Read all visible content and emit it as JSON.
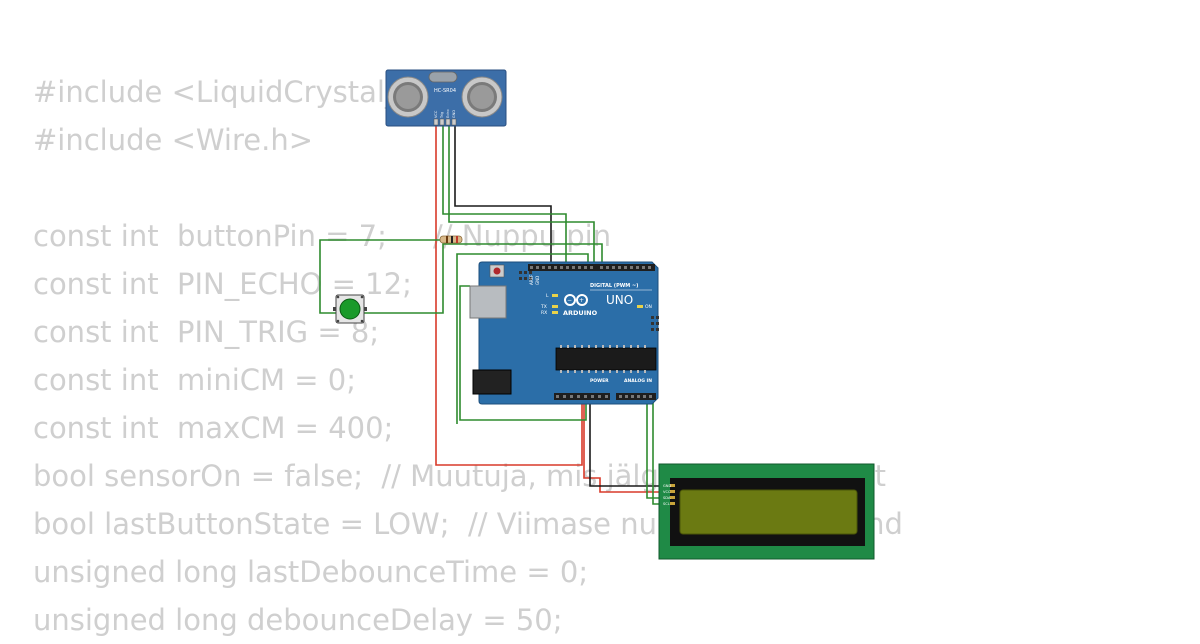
{
  "code": {
    "lines": [
      "#include <LiquidCrystal_I2C.h>",
      "#include <Wire.h>",
      "",
      "const int  buttonPin = 7;     // Nuppu pin",
      "const int  PIN_ECHO = 12;",
      "const int  PIN_TRIG = 8;",
      "const int  miniCM = 0;",
      "const int  maxCM = 400;",
      "bool sensorOn = false;  // Muutuja, mis jälgib anduri olekut",
      "bool lastButtonState = LOW;  // Viimase nupu olek / seisund",
      "unsigned long lastDebounceTime = 0;",
      "unsigned long debounceDelay = 50;"
    ]
  },
  "sensor": {
    "model": "HC-SR04",
    "pins": [
      "VCC",
      "Trig",
      "Echo",
      "GND"
    ]
  },
  "arduino": {
    "brand": "ARDUINO",
    "model": "UNO",
    "digital_header": "DIGITAL (PWM ~)",
    "power_header": "POWER",
    "analog_header": "ANALOG IN",
    "on_label": "ON",
    "l_label": "L",
    "tx_label": "TX",
    "rx_label": "RX",
    "aref_label": "AREF",
    "gnd_label": "GND"
  },
  "lcd": {
    "pins": [
      "GND",
      "VCC",
      "SDA",
      "SCL"
    ]
  },
  "colors": {
    "wire_red": "#d83a2a",
    "wire_black": "#1a1a1a",
    "wire_green": "#2e8b2e",
    "arduino_blue": "#2b6ea8",
    "lcd_board": "#1f8a46",
    "lcd_screen": "#6b7a12",
    "button_green": "#1a9a2a",
    "sensor_blue": "#3c6ea8"
  }
}
